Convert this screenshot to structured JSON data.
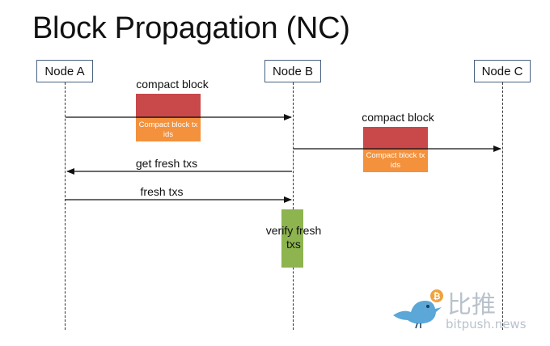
{
  "title": "Block Propagation (NC)",
  "nodes": {
    "a": "Node A",
    "b": "Node B",
    "c": "Node C"
  },
  "messages": {
    "compact_block_ab": "compact block",
    "compact_block_ab_detail": "Compact block tx ids",
    "compact_block_bc": "compact block",
    "compact_block_bc_detail": "Compact block tx ids",
    "get_fresh_txs": "get fresh txs",
    "fresh_txs": "fresh txs",
    "verify": "verify fresh txs"
  },
  "watermark": {
    "chinese": "比推",
    "domain": "bitpush.news"
  },
  "colors": {
    "block_red": "#c9484a",
    "block_orange": "#f3913d",
    "verify_green": "#8db44f",
    "node_border": "#4a6283"
  }
}
